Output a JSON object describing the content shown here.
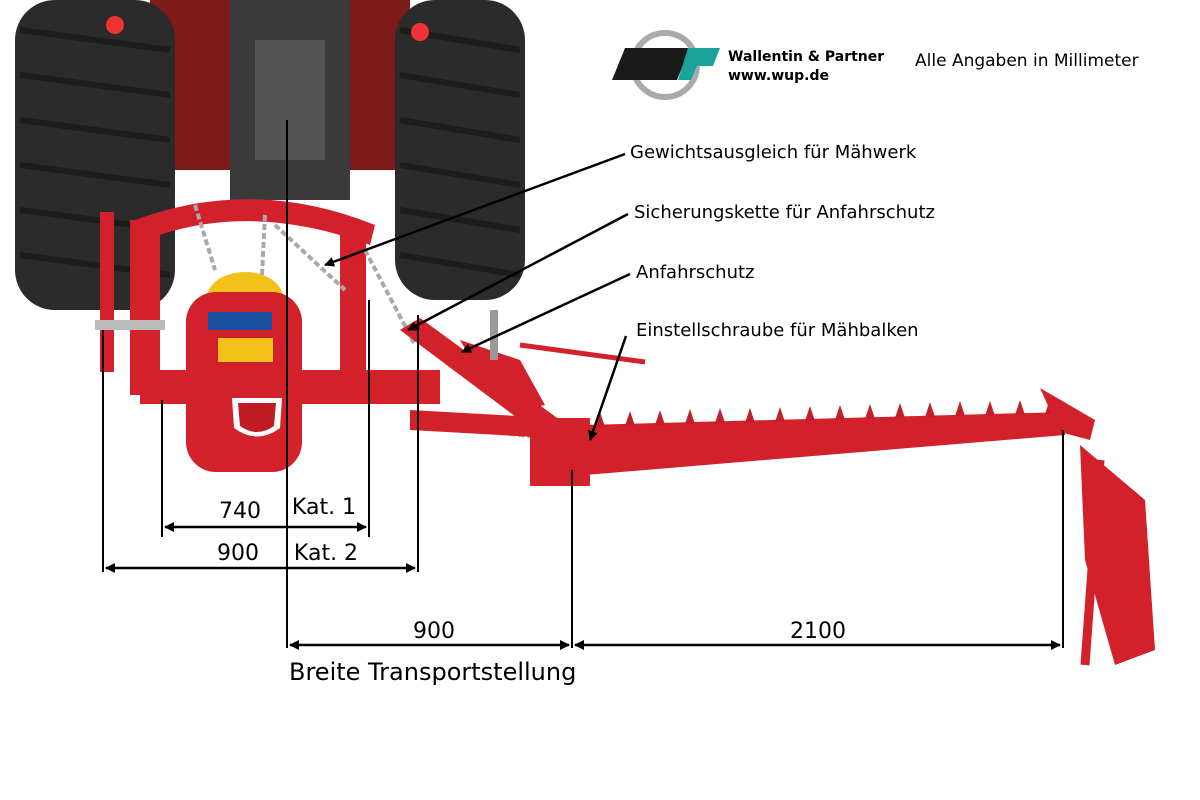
{
  "logo": {
    "company": "Wallentin & Partner",
    "url": "www.wup.de",
    "colors": {
      "dark": "#1a1a1a",
      "green": "#1aa39a",
      "ring": "#aaaaaa"
    }
  },
  "units_note": "Alle Angaben in Millimeter",
  "callouts": [
    {
      "id": "weight",
      "label": "Gewichtsausgleich für Mähwerk"
    },
    {
      "id": "chain",
      "label": "Sicherungskette für Anfahrschutz"
    },
    {
      "id": "guard",
      "label": "Anfahrschutz"
    },
    {
      "id": "screw",
      "label": "Einstellschraube für Mähbalken"
    }
  ],
  "dimensions": [
    {
      "id": "cat1",
      "value": "740",
      "note": "Kat. 1"
    },
    {
      "id": "cat2",
      "value": "900",
      "note": "Kat. 2"
    },
    {
      "id": "offset",
      "value": "900"
    },
    {
      "id": "cutwidth",
      "value": "2100"
    }
  ],
  "transport_label": "Breite Transportstellung",
  "colors": {
    "machine_red": "#d3212c",
    "tire": "#2b2b2b",
    "gearbox_yellow": "#f2c21a"
  },
  "icons": [
    "tractor-tire-left-icon",
    "tractor-tire-right-icon",
    "gearbox-cover-icon",
    "cutter-bar-icon",
    "fpm-emblem-icon"
  ]
}
